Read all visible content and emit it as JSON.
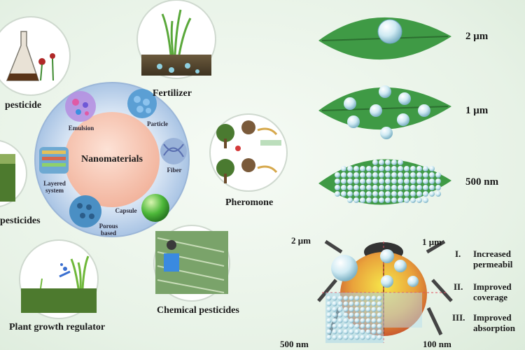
{
  "center": {
    "title": "Nanomaterials",
    "forms": [
      "Emulsion",
      "Particle",
      "Layered system",
      "Fiber",
      "Porous based",
      "Capsule"
    ]
  },
  "applications": [
    "pesticide",
    "pesticides",
    "Fertilizer",
    "Pheromone",
    "Plant growth regulator",
    "Chemical pesticides"
  ],
  "droplet_sizes": [
    "2 μm",
    "1 μm",
    "500 nm"
  ],
  "beetle_labels": {
    "top_left": "2 μm",
    "top_right": "1 μm",
    "bottom_left": "500 nm",
    "bottom_right": "100 nm"
  },
  "benefits": [
    {
      "numeral": "I.",
      "text": "Increased permeabil"
    },
    {
      "numeral": "II.",
      "text": "Improved coverage"
    },
    {
      "numeral": "III.",
      "text": "Improved absorption"
    }
  ],
  "colors": {
    "leaf": "#3f9a45",
    "center_fill": "#f6c7b3",
    "ring": "#a9c4e4",
    "background": "#eef5ec"
  }
}
